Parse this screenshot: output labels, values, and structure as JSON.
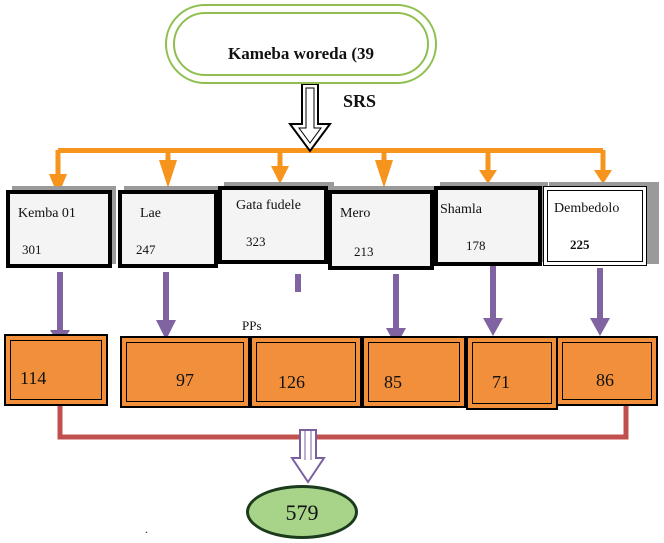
{
  "root": {
    "label": "Kameba woreda (39"
  },
  "method_label": "SRS",
  "districts": [
    {
      "name": "Kemba 01",
      "count": "301",
      "sample": "114"
    },
    {
      "name": "Lae",
      "count": "247",
      "sample": "97"
    },
    {
      "name": "Gata fudele",
      "count": "323",
      "sample": "126"
    },
    {
      "name": "Mero",
      "count": "213",
      "sample": "85"
    },
    {
      "name": "Shamla",
      "count": "178",
      "sample": "71"
    },
    {
      "name": "Dembedolo",
      "count": "225",
      "sample": "86"
    }
  ],
  "pps_label": "PPs",
  "total": "579",
  "stray_mark": ".",
  "colors": {
    "root_border": "#8fbf4f",
    "orange_arrow": "#f7941d",
    "purple_arrow": "#8064a2",
    "red_connector": "#c0504d",
    "sample_fill": "#f28f3b",
    "total_fill": "#a8d48a"
  }
}
